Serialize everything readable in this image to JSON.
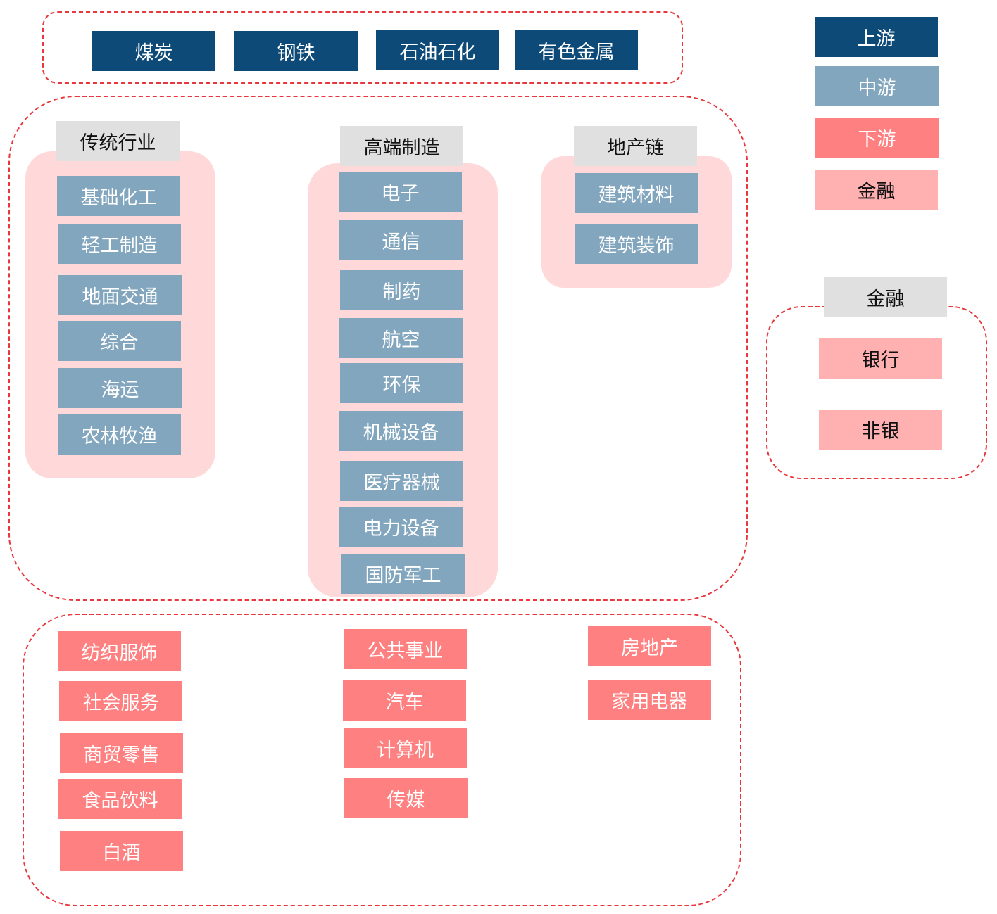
{
  "legend": {
    "upstream": "上游",
    "midstream": "中游",
    "downstream": "下游",
    "finance": "金融"
  },
  "upstream": [
    "煤炭",
    "钢铁",
    "石油石化",
    "有色金属"
  ],
  "midstream": {
    "traditional": {
      "title": "传统行业",
      "items": [
        "基础化工",
        "轻工制造",
        "地面交通",
        "综合",
        "海运",
        "农林牧渔"
      ]
    },
    "high_end": {
      "title": "高端制造",
      "items": [
        "电子",
        "通信",
        "制药",
        "航空",
        "环保",
        "机械设备",
        "医疗器械",
        "电力设备",
        "国防军工"
      ]
    },
    "real_estate_chain": {
      "title": "地产链",
      "items": [
        "建筑材料",
        "建筑装饰"
      ]
    }
  },
  "finance": {
    "title": "金融",
    "items": [
      "银行",
      "非银"
    ]
  },
  "downstream": {
    "col1": [
      "纺织服饰",
      "社会服务",
      "商贸零售",
      "食品饮料",
      "白酒"
    ],
    "col2": [
      "公共事业",
      "汽车",
      "计算机",
      "传媒"
    ],
    "col3": [
      "房地产",
      "家用电器"
    ]
  },
  "colors": {
    "upstream": "#0d4a78",
    "midstream": "#83a6bf",
    "downstream": "#ff8080",
    "finance": "#ffb0b0",
    "header": "#e0e0e0",
    "panel": "#ffd9d9",
    "dashed_border": "#e8383d"
  }
}
